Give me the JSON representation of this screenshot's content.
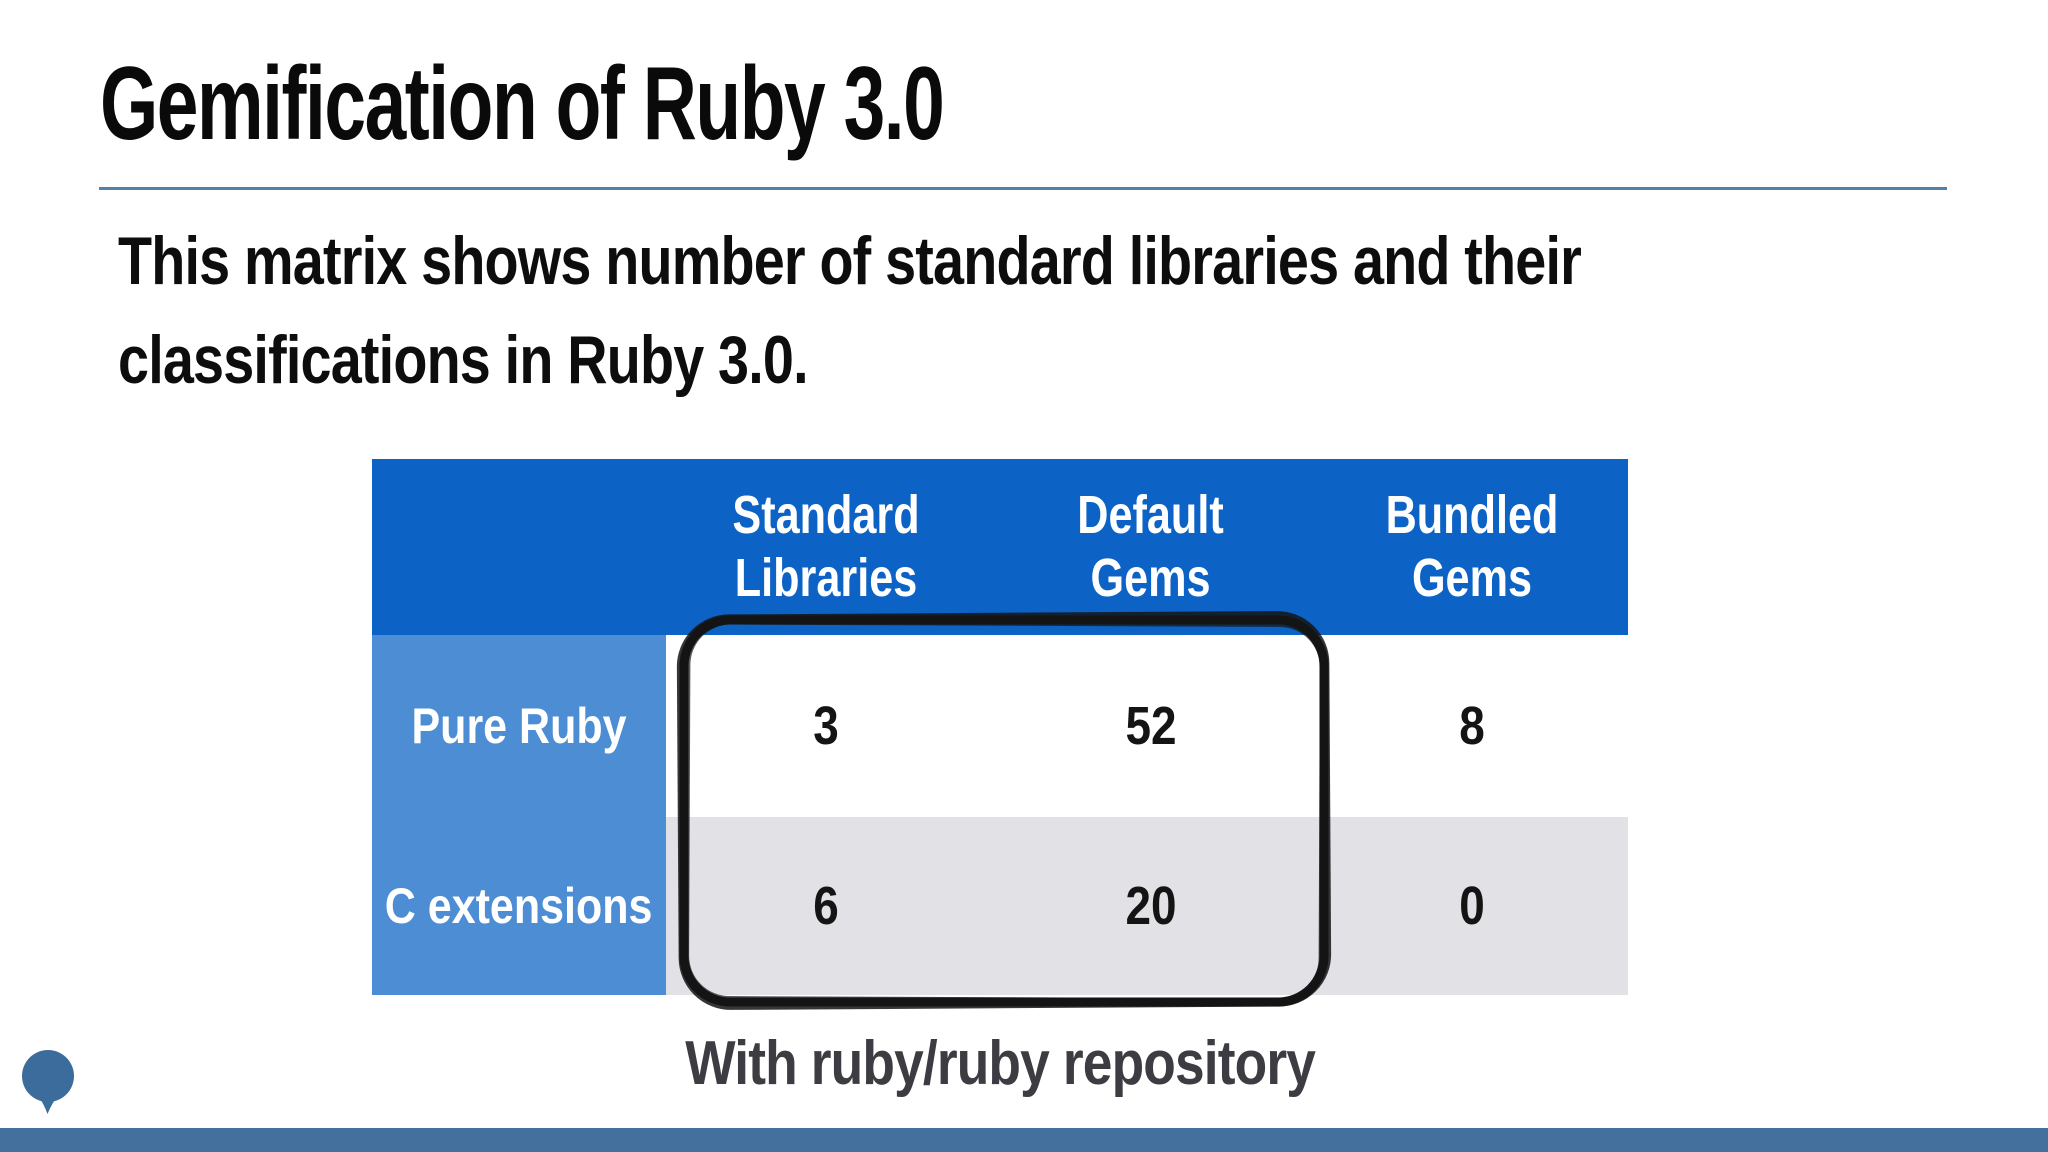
{
  "slide": {
    "title": "Gemification of Ruby 3.0",
    "body": "This matrix shows number of standard libraries and their\nclassifications in Ruby 3.0.",
    "caption": "With ruby/ruby repository"
  },
  "table": {
    "corner_label": "",
    "columns": [
      "Standard\nLibraries",
      "Default\nGems",
      "Bundled\nGems"
    ],
    "rows": [
      {
        "label": "Pure Ruby",
        "values": [
          "3",
          "52",
          "8"
        ]
      },
      {
        "label": "C extensions",
        "values": [
          "6",
          "20",
          "0"
        ]
      }
    ]
  },
  "annotation": {
    "description": "hand-drawn black rounded box circling the Standard Libraries and Default Gems data cells"
  },
  "icons": {
    "bottom_left": "speech-balloon-icon"
  },
  "colors": {
    "header_blue": "#0D63C5",
    "row_label_blue": "#4C8DD3",
    "row_alt_gray": "#E1E1E6",
    "title_rule_blue": "#5580A8",
    "bottom_bar_blue": "#44709D",
    "balloon_blue": "#3C6C9C",
    "caption_gray": "#3C3C42",
    "annotation_black": "#141414"
  },
  "chart_data": {
    "type": "table",
    "title": "Gemification of Ruby 3.0",
    "columns": [
      "Standard Libraries",
      "Default Gems",
      "Bundled Gems"
    ],
    "row_labels": [
      "Pure Ruby",
      "C extensions"
    ],
    "values": [
      [
        3,
        52,
        8
      ],
      [
        6,
        20,
        0
      ]
    ],
    "annotation": "With ruby/ruby repository (box drawn around Standard Libraries and Default Gems columns)"
  }
}
